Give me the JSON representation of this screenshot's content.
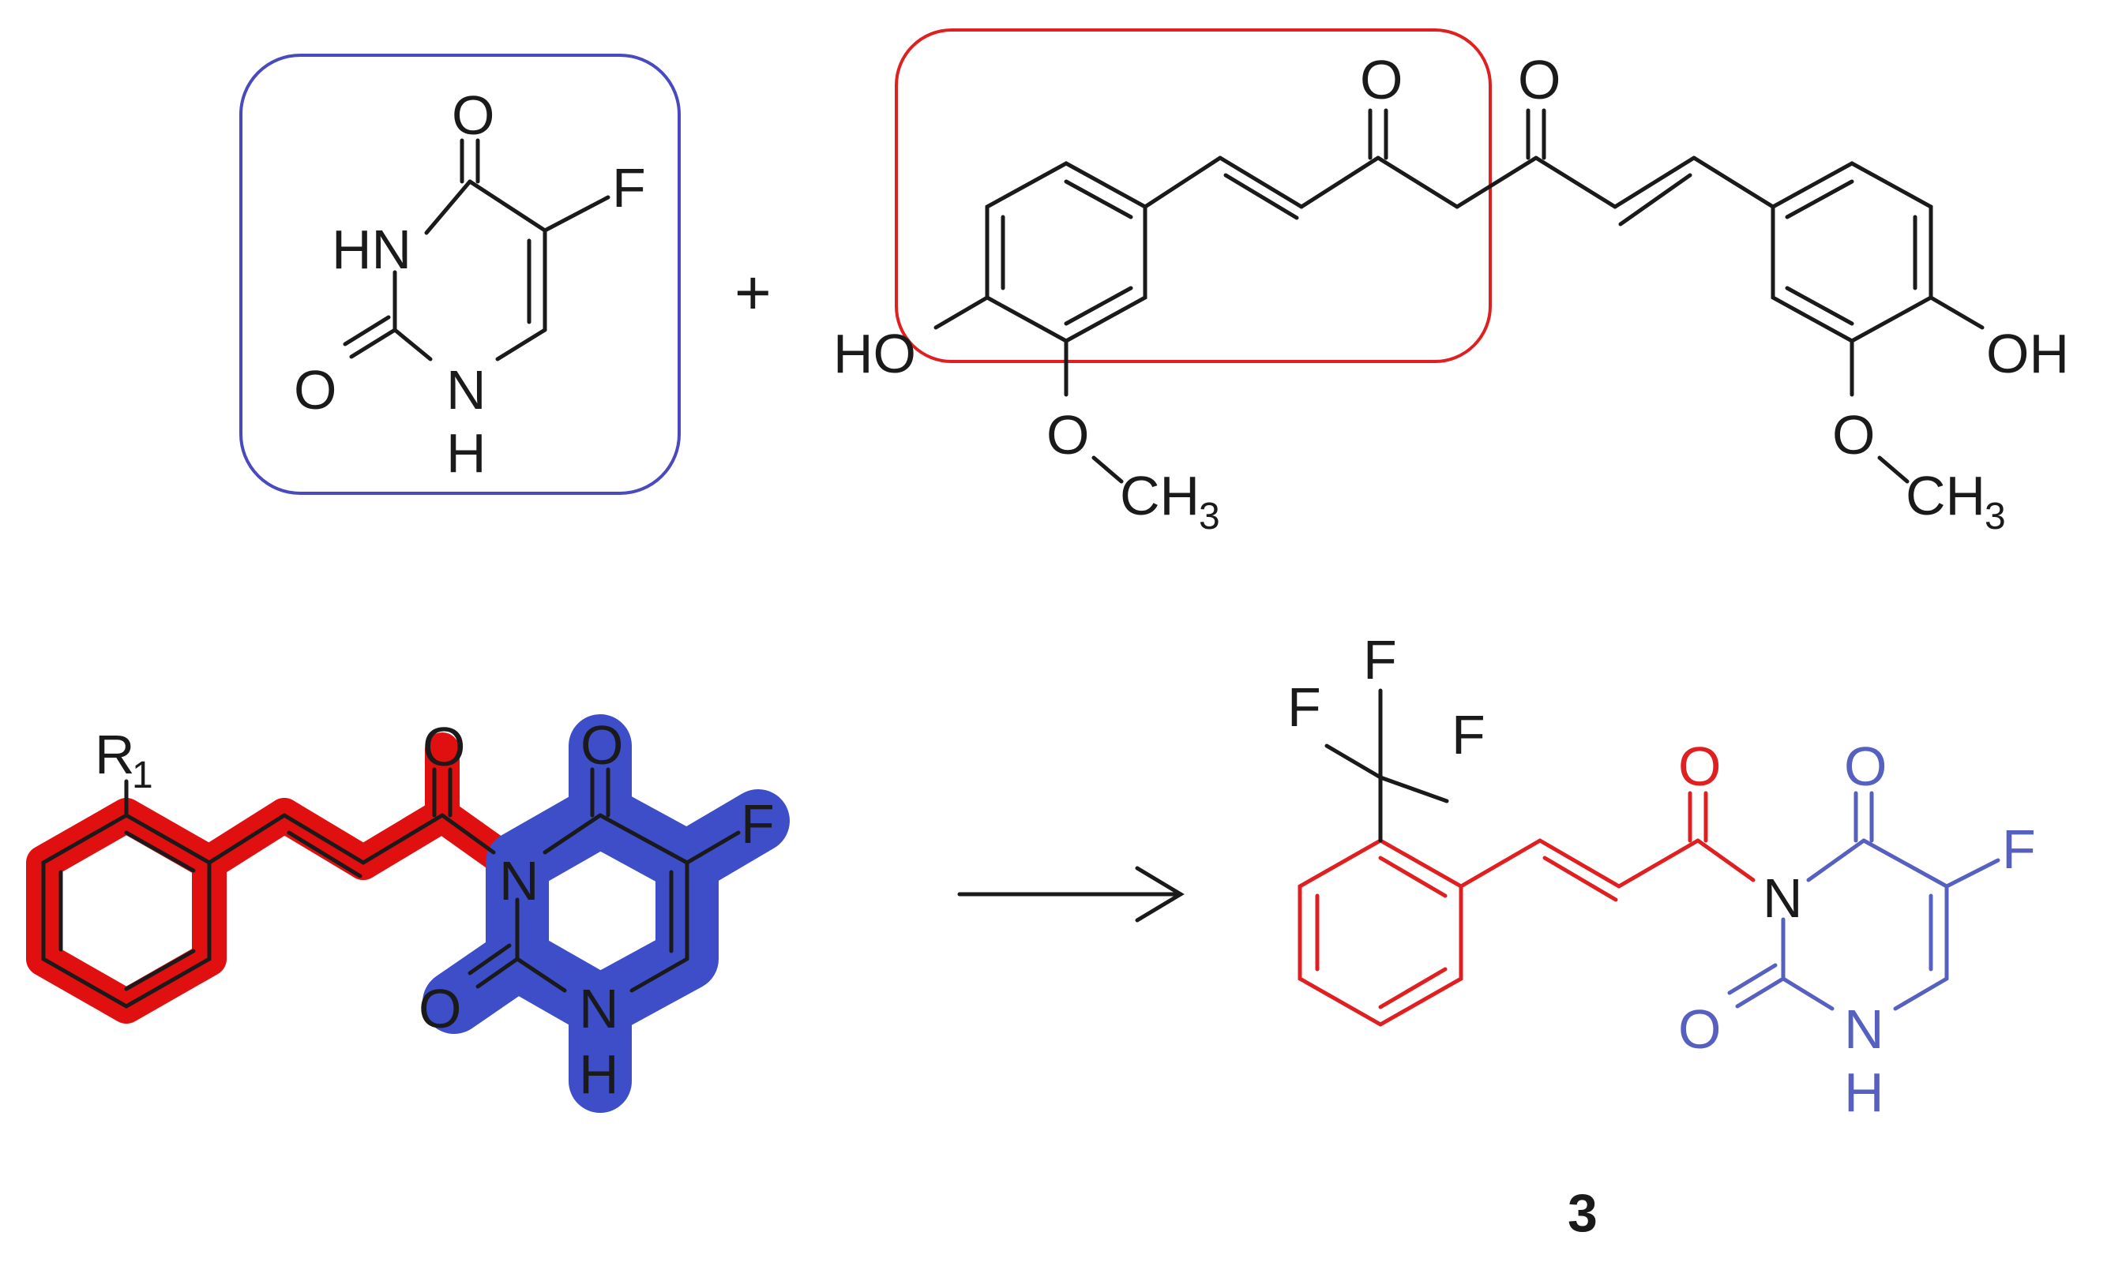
{
  "colors": {
    "black": "#1a1a1a",
    "red": "#e02020",
    "blue": "#5560c0",
    "box_blue": "#4a4ac0",
    "box_red": "#e02020",
    "hl_red": "#e01010",
    "hl_blue": "#3d4ec8"
  },
  "operators": {
    "plus": "+"
  },
  "fluorouracil": {
    "o_top": "O",
    "hn": "HN",
    "f": "F",
    "o_left": "O",
    "n": "N",
    "h": "H"
  },
  "curcumin": {
    "o1": "O",
    "o2": "O",
    "ho": "HO",
    "oh": "OH",
    "o_left": "O",
    "ch_left": "CH",
    "sub_left": "3",
    "o_right": "O",
    "ch_right": "CH",
    "sub_right": "3"
  },
  "hybrid": {
    "r": "R",
    "r_sub": "1",
    "o_carbonyl": "O",
    "n": "N",
    "o_top": "O",
    "f": "F",
    "o_left": "O",
    "nh_n": "N",
    "nh_h": "H"
  },
  "product": {
    "f1": "F",
    "f2": "F",
    "f3": "F",
    "o_carbonyl": "O",
    "n": "N",
    "o_top": "O",
    "f": "F",
    "o_left": "O",
    "nh_n": "N",
    "nh_h": "H",
    "label": "3"
  }
}
